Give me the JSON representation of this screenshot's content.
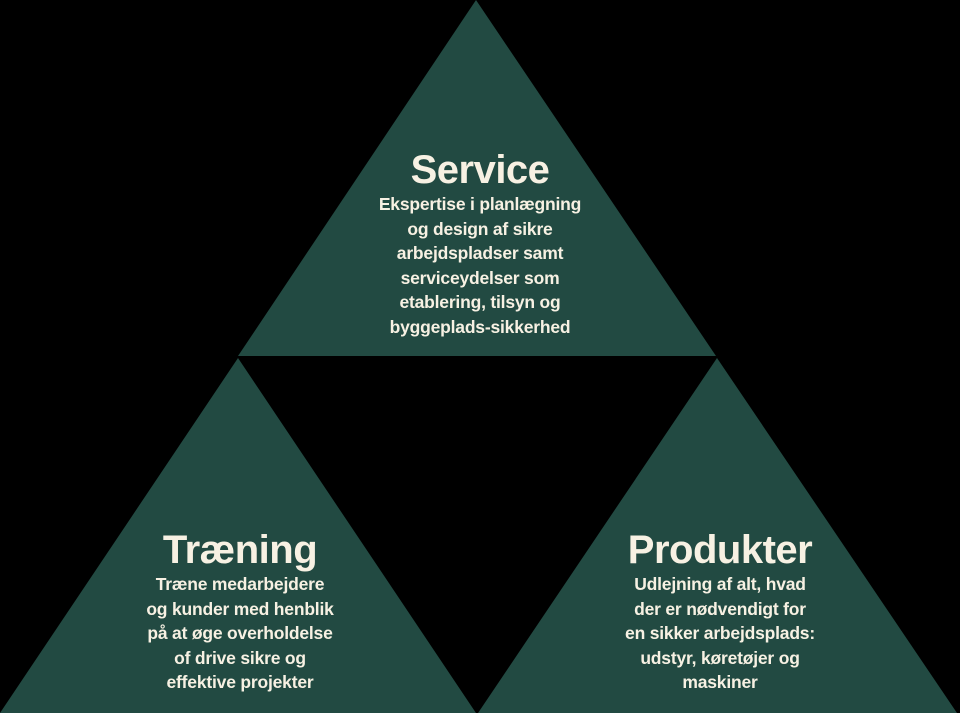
{
  "colors": {
    "background": "#000000",
    "triangle_fill": "#224a42",
    "text": "#f7f1e3"
  },
  "triangles": {
    "service": {
      "title": "Service",
      "lines": [
        "Ekspertise i planlægning",
        "og design af sikre",
        "arbejdspladser samt",
        "serviceydelser som",
        "etablering, tilsyn og",
        "byggeplads-sikkerhed"
      ]
    },
    "traening": {
      "title": "Træning",
      "lines": [
        "Træne medarbejdere",
        "og kunder med henblik",
        "på at øge overholdelse",
        "of drive sikre og",
        "effektive projekter"
      ]
    },
    "produkter": {
      "title": "Produkter",
      "lines": [
        "Udlejning af alt, hvad",
        "der er nødvendigt for",
        "en sikker arbejdsplads:",
        "udstyr, køretøjer og",
        "maskiner"
      ]
    }
  }
}
